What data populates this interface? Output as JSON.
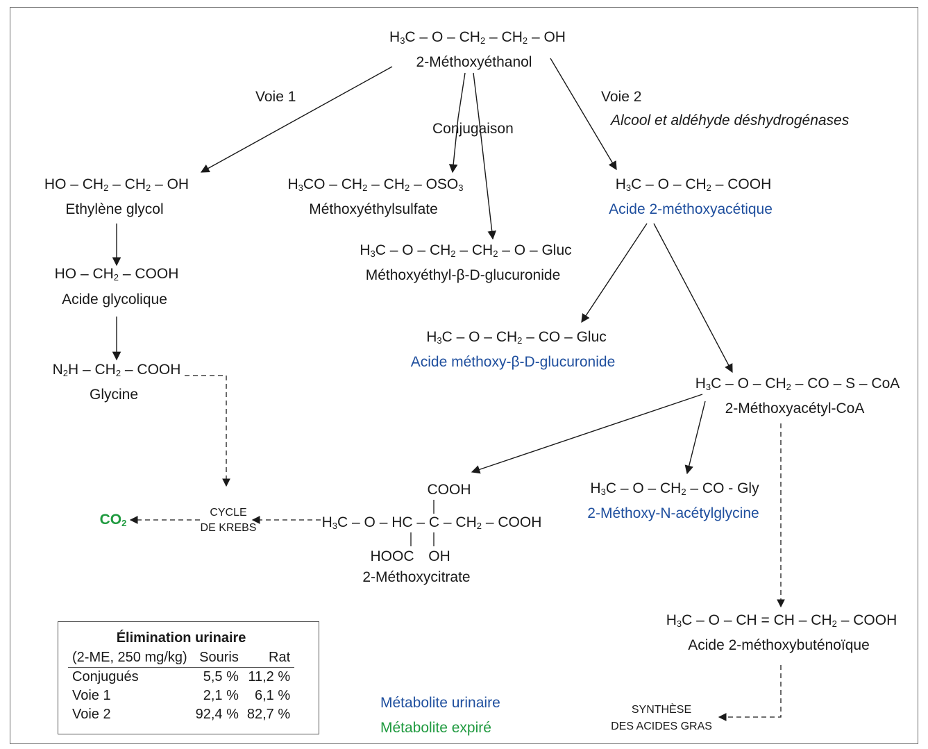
{
  "molecules": {
    "methoxyethanol": {
      "formula": "H3C – O – CH2 – CH2 – OH",
      "name": "2-Méthoxyéthanol"
    },
    "ethylene_glycol": {
      "formula": "HO – CH2 – CH2 – OH",
      "name": "Ethylène glycol"
    },
    "methoxyethylsulfate": {
      "formula": "H3CO – CH2 – CH2 – OSO3",
      "name": "Méthoxyéthylsulfate"
    },
    "methoxyethyl_glucuronide": {
      "formula": "H3C – O – CH2 – CH2 – O – Gluc",
      "name": "Méthoxyéthyl-β-D-glucuronide"
    },
    "methoxyacetic_acid": {
      "formula": "H3C – O – CH2 – COOH",
      "name": "Acide 2-méthoxyacétique"
    },
    "glycolic_acid": {
      "formula": "HO – CH2 – COOH",
      "name": "Acide glycolique"
    },
    "methoxy_glucuronide": {
      "formula": "H3C – O – CH2 – CO – Gluc",
      "name": "Acide méthoxy-β-D-glucuronide"
    },
    "glycine": {
      "formula": "N2H – CH2 – COOH",
      "name": "Glycine"
    },
    "methoxyacetyl_coa": {
      "formula": "H3C – O – CH2 – CO – S – CoA",
      "name": "2-Méthoxyacétyl-CoA"
    },
    "methoxy_acetylglycine": {
      "formula": "H3C – O – CH2 – CO - Gly",
      "name": "2-Méthoxy-N-acétylglycine"
    },
    "methoxycitrate": {
      "top": "COOH",
      "formula": "H3C – O – HC – C – CH2 – COOH",
      "bottom_left": "HOOC",
      "bottom_right": "OH",
      "name": "2-Méthoxycitrate"
    },
    "methoxybutenoic": {
      "formula": "H3C – O – CH = CH – CH2 – COOH",
      "name": "Acide 2-méthoxybuténoïque"
    }
  },
  "labels": {
    "voie1": "Voie 1",
    "voie2": "Voie 2",
    "voie2_enzymes": "Alcool et aldéhyde déshydrogénases",
    "conjugaison": "Conjugaison",
    "krebs_line1": "CYCLE",
    "krebs_line2": "DE KREBS",
    "co2": "CO2",
    "fatty_line1": "SYNTHÈSE",
    "fatty_line2": "DES ACIDES GRAS"
  },
  "table": {
    "title": "Élimination urinaire",
    "header": [
      "(2-ME, 250 mg/kg)",
      "Souris",
      "Rat"
    ],
    "rows": [
      [
        "Conjugués",
        "5,5 %",
        "11,2 %"
      ],
      [
        "Voie 1",
        "2,1 %",
        "6,1 %"
      ],
      [
        "Voie 2",
        "92,4 %",
        "82,7 %"
      ]
    ]
  },
  "legend": {
    "urinary": "Métabolite urinaire",
    "expired": "Métabolite expiré",
    "urinary_color": "#1f4f9e",
    "expired_color": "#1f9a3f"
  }
}
